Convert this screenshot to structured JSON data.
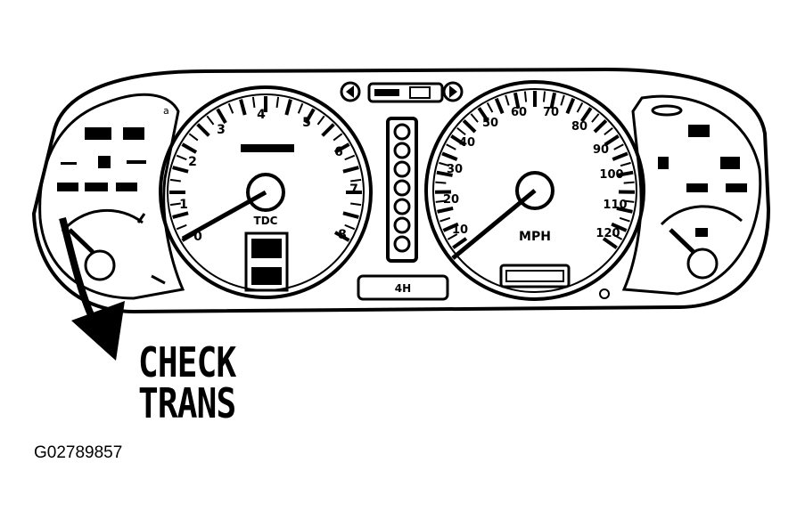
{
  "diagram": {
    "callout_lines": [
      "CHECK",
      "TRANS"
    ],
    "figure_id": "G02789857",
    "tachometer": {
      "tick_labels": [
        "0",
        "1",
        "2",
        "3",
        "4",
        "5",
        "6",
        "7",
        "8"
      ],
      "subtitle": "TDC"
    },
    "speedometer": {
      "tick_labels": [
        "10",
        "20",
        "30",
        "40",
        "50",
        "60",
        "70",
        "80",
        "90",
        "100",
        "110",
        "120"
      ],
      "unit": "MPH"
    },
    "center_display": {
      "text": "4H"
    }
  }
}
